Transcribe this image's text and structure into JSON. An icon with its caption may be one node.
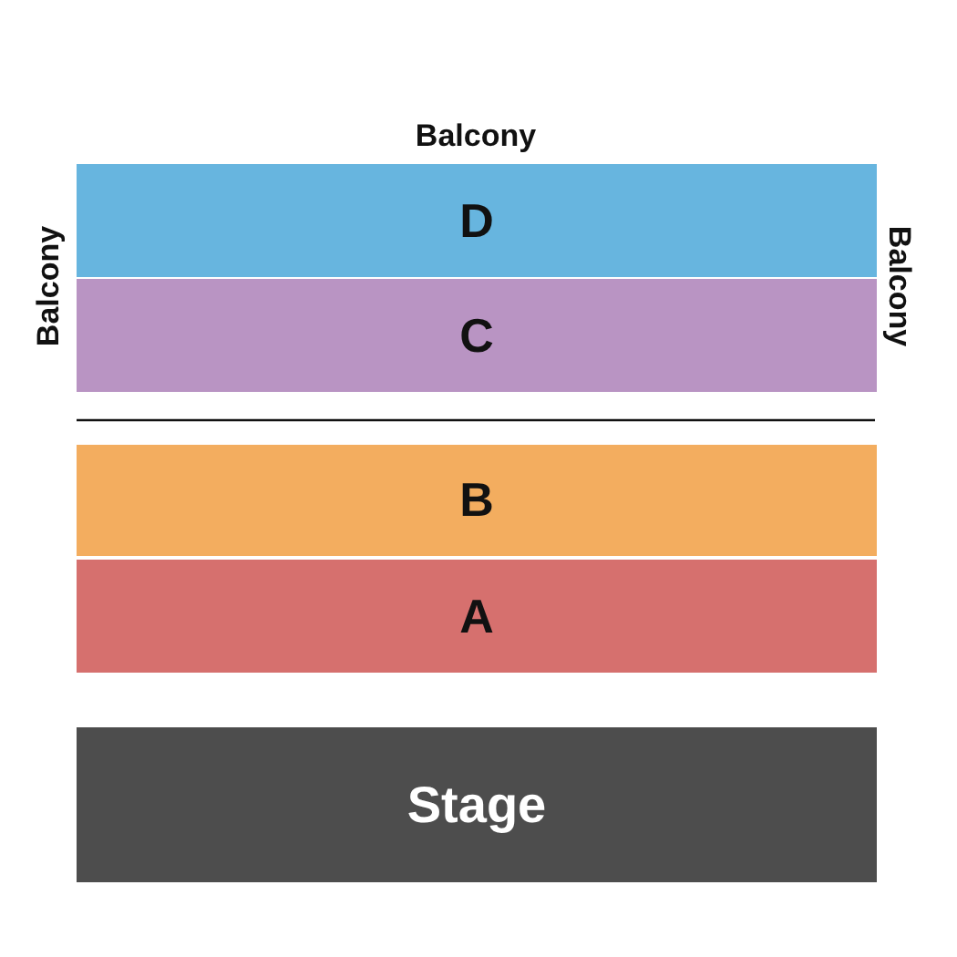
{
  "diagram": {
    "nodes": [
      {
        "text": [
          "D"
        ]
      },
      {
        "text": [
          "C"
        ]
      },
      {
        "text": [
          "B"
        ]
      },
      {
        "text": [
          "A"
        ]
      },
      {
        "text": [
          "Stage"
        ]
      }
    ],
    "labels": [
      "Balcony",
      "Balcony",
      "Balcony"
    ]
  }
}
